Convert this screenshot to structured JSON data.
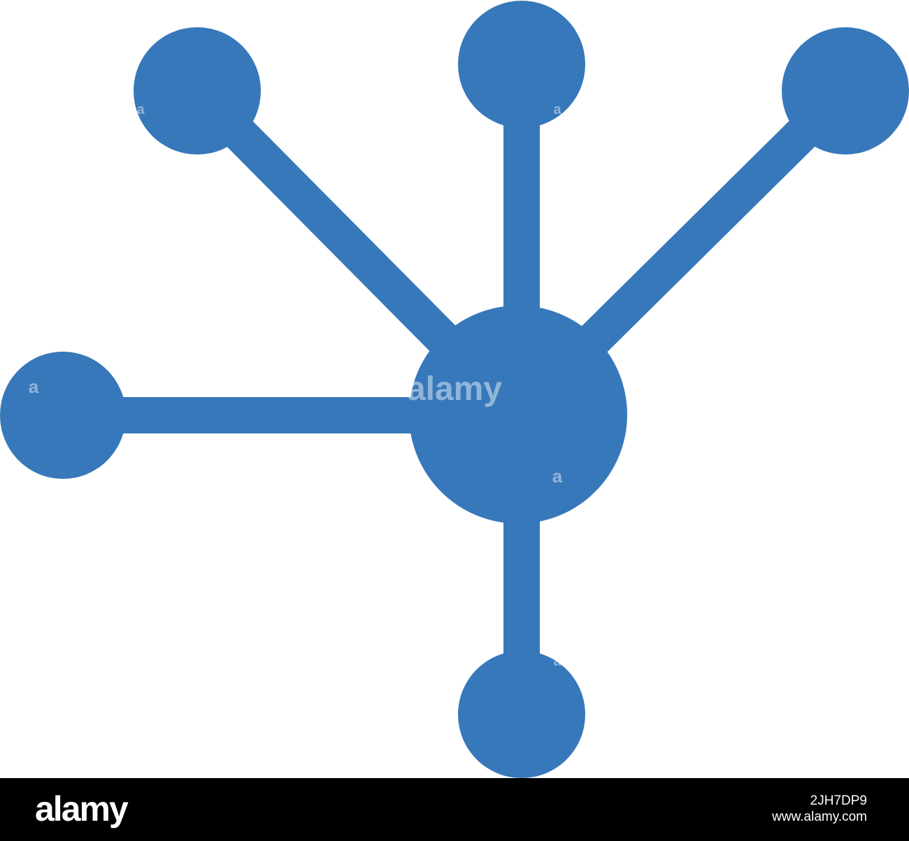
{
  "icon": {
    "name": "network-hub-icon",
    "color": "#3778BA",
    "background": "#FFFFFF"
  },
  "watermark": {
    "center_text": "alamy",
    "mark_letter": "a"
  },
  "footer": {
    "background": "#000000",
    "brand": "alamy",
    "image_id": "2JH7DP9",
    "url": "www.alamy.com"
  }
}
